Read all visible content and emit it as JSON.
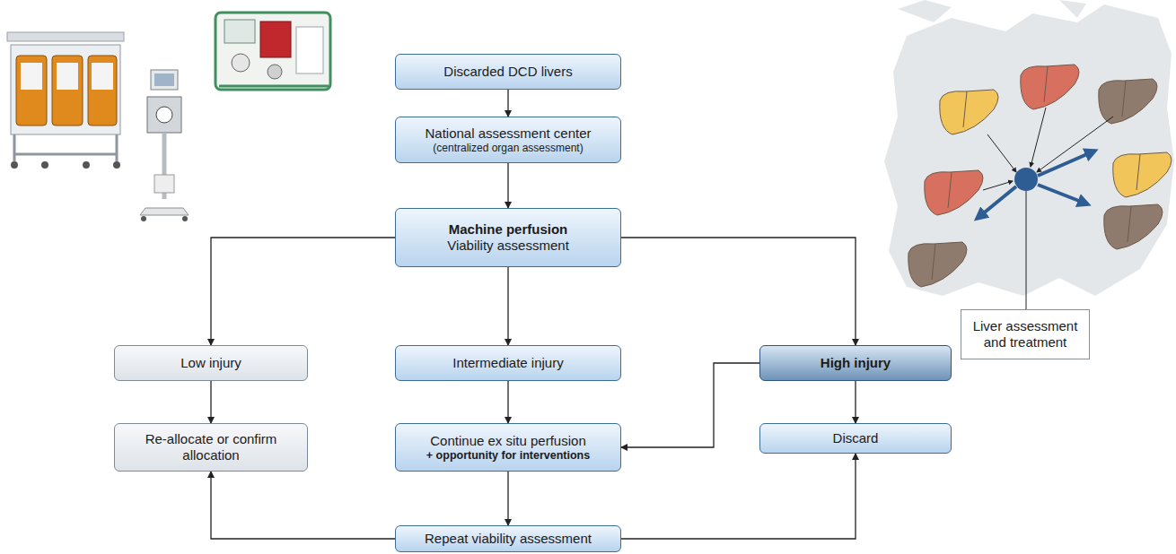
{
  "diagram": {
    "nodes": [
      {
        "text": [
          "Discarded DCD livers"
        ]
      },
      {
        "text": [
          "National assessment center",
          "(centralized organ assessment)"
        ]
      },
      {
        "text": [
          "Machine perfusion",
          "Viability assessment"
        ]
      },
      {
        "text": [
          "Low injury"
        ]
      },
      {
        "text": [
          "Intermediate injury"
        ]
      },
      {
        "text": [
          "High injury"
        ]
      },
      {
        "text": [
          "Re-allocate or confirm allocation"
        ]
      },
      {
        "text": [
          "Continue ex situ perfusion",
          "+ opportunity for interventions"
        ]
      },
      {
        "text": [
          "Discard"
        ]
      },
      {
        "text": [
          "Repeat viability assessment"
        ]
      },
      {
        "text": [
          "Liver assessment and treatment"
        ]
      }
    ],
    "edges": [
      {
        "from": 0,
        "to": 1,
        "arrow": "to"
      },
      {
        "from": 1,
        "to": 2,
        "arrow": "to"
      },
      {
        "from": 2,
        "to": 3,
        "arrow": "to"
      },
      {
        "from": 2,
        "to": 4,
        "arrow": "to"
      },
      {
        "from": 2,
        "to": 5,
        "arrow": "to"
      },
      {
        "from": 3,
        "to": 6,
        "arrow": "to"
      },
      {
        "from": 4,
        "to": 7,
        "arrow": "to"
      },
      {
        "from": 5,
        "to": 8,
        "arrow": "to"
      },
      {
        "from": 5,
        "to": 7,
        "arrow": "to"
      },
      {
        "from": 7,
        "to": 9,
        "arrow": "to"
      },
      {
        "from": 9,
        "to": 6,
        "arrow": "to"
      },
      {
        "from": 9,
        "to": 8,
        "arrow": "to"
      }
    ]
  }
}
